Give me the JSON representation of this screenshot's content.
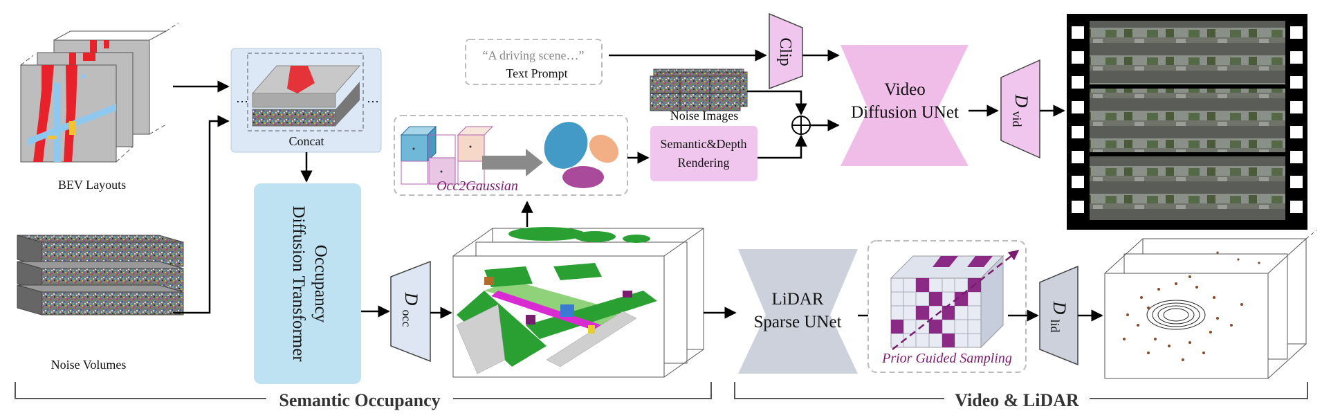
{
  "labels": {
    "bev_layouts": "BEV Layouts",
    "noise_volumes": "Noise Volumes",
    "concat": "Concat",
    "ellipsis": "…",
    "occ_dit_line1": "Occupancy",
    "occ_dit_line2": "Diffusion Transformer",
    "d_occ_symbol": "D",
    "d_occ_sub": "occ",
    "text_prompt_quote": "“A driving scene…”",
    "text_prompt": "Text Prompt",
    "clip": "Clip",
    "noise_images": "Noise Images",
    "occ2gaussian": "Occ2Gaussian",
    "render_line1": "Semantic&Depth",
    "render_line2": "Rendering",
    "plus": "⊕",
    "vdu_line1": "Video",
    "vdu_line2": "Diffusion UNet",
    "d_vid_symbol": "D",
    "d_vid_sub": "vid",
    "lidar_line1": "LiDAR",
    "lidar_line2": "Sparse UNet",
    "prior_guided_sampling": "Prior Guided Sampling",
    "d_lid_symbol": "D",
    "d_lid_sub": "lid",
    "section_semantic": "Semantic Occupancy",
    "section_video_lidar": "Video & LiDAR"
  },
  "colors": {
    "bev_red": "#e8222a",
    "bev_blue": "#8fc8ee",
    "bev_yellow": "#f2c230",
    "occ_green": "#2aa033",
    "occ_lightgreen": "#8fd27a",
    "occ_magenta": "#d82bd2",
    "occ_purple": "#7a1d6e",
    "concat_bg": "#dce8f5",
    "dit_bg": "#bfe2f2",
    "decoder_bg": "#dde6f2",
    "render_bg": "#f1c6ee",
    "vdu_bg": "#efbde8",
    "lidar_bg": "#cdd1dc",
    "brown": "#8a4a2a",
    "gauss_blue": "#2f8fc0",
    "gauss_orange": "#f0a070",
    "gauss_purple": "#9a2a8a"
  }
}
